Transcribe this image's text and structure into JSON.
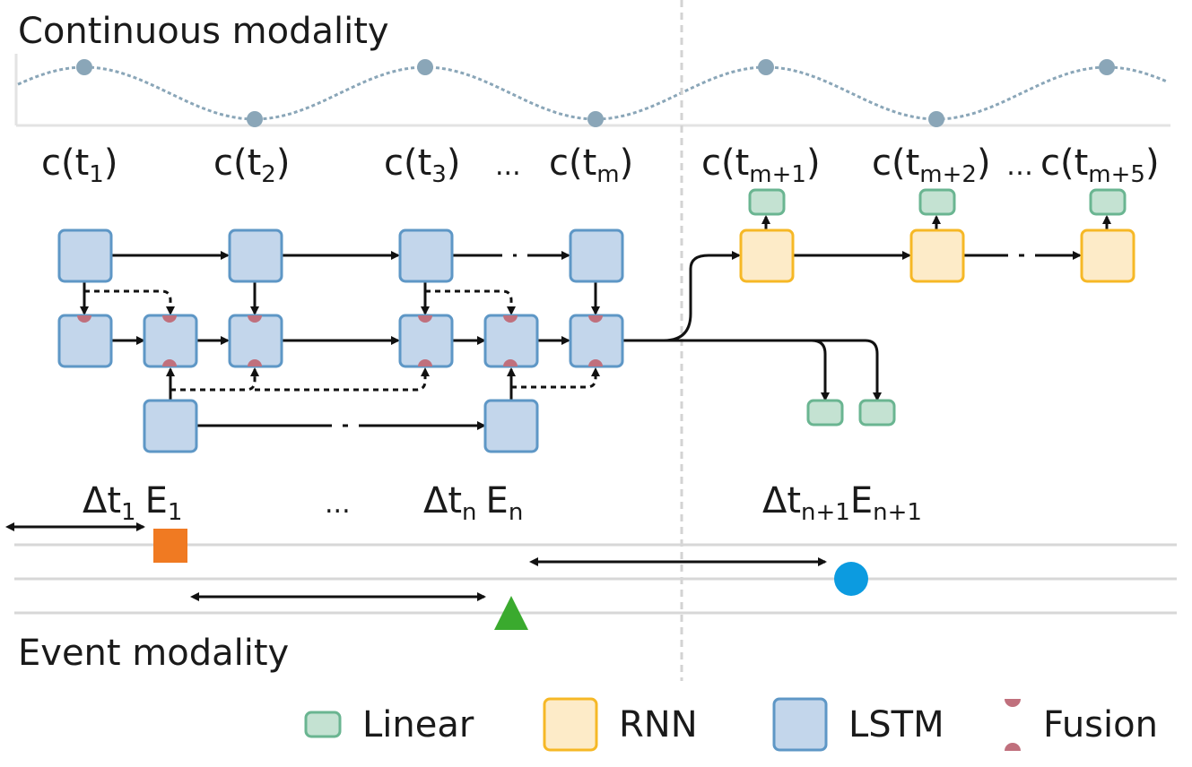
{
  "title_top": "Continuous modality",
  "title_bottom": "Event modality",
  "continuous_samples": [
    {
      "base": "c(t",
      "sub": "1",
      "close": ")"
    },
    {
      "base": "c(t",
      "sub": "2",
      "close": ")"
    },
    {
      "base": "c(t",
      "sub": "3",
      "close": ")"
    },
    {
      "base": "c(t",
      "sub": "m",
      "close": ")"
    },
    {
      "base": "c(t",
      "sub": "m+1",
      "close": ")"
    },
    {
      "base": "c(t",
      "sub": "m+2",
      "close": ")"
    },
    {
      "base": "c(t",
      "sub": "m+5",
      "close": ")"
    }
  ],
  "ellipsis": "...",
  "ellipsis_alt": "…",
  "events": [
    {
      "dt": "Δt",
      "dt_sub": "1",
      "e": "E",
      "e_sub": "1"
    },
    {
      "dt": "Δt",
      "dt_sub": "n",
      "e": "E",
      "e_sub": "n"
    },
    {
      "dt": "Δt",
      "dt_sub": "n+1",
      "e": "E",
      "e_sub": "n+1"
    }
  ],
  "legend": {
    "linear": "Linear",
    "rnn": "RNN",
    "lstm": "LSTM",
    "fusion": "Fusion"
  },
  "colors": {
    "lstm_fill": "#c3d6eb",
    "lstm_stroke": "#5e97c6",
    "rnn_fill": "#fdebc8",
    "rnn_stroke": "#f6b826",
    "linear_fill": "#c4e2d2",
    "linear_stroke": "#6ab591",
    "fusion": "#c0707d",
    "curve": "#8aa6b8",
    "event_square": "#f07a22",
    "event_triangle": "#3aaa2e",
    "event_circle": "#0c9be0"
  }
}
